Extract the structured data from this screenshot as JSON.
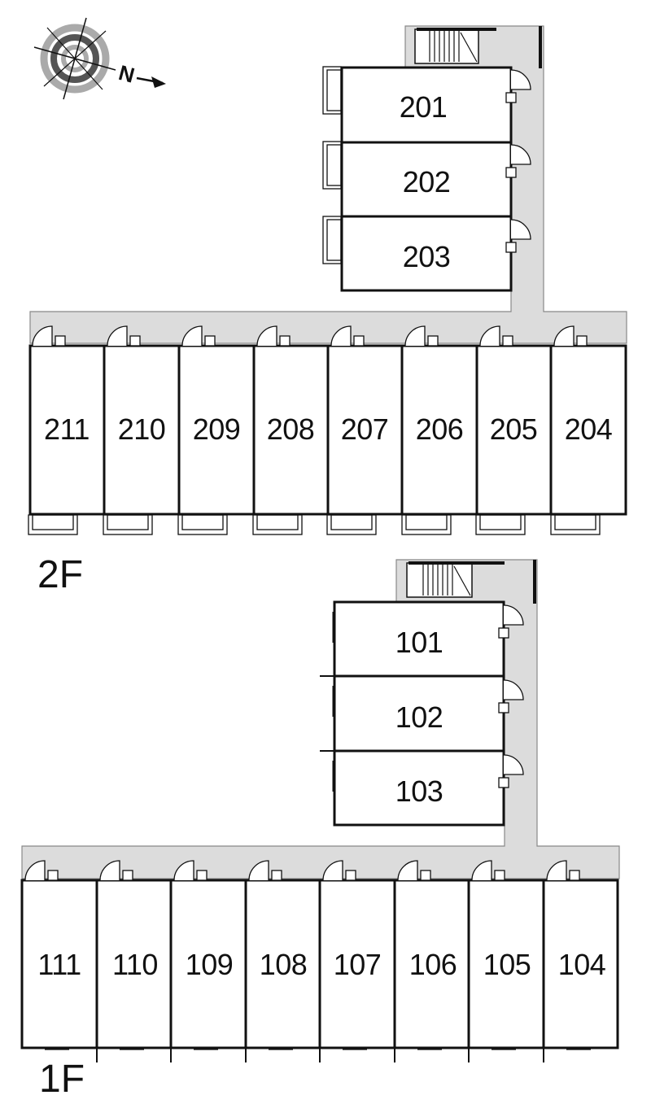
{
  "compass": {
    "north_label": "N",
    "icon": "compass-icon"
  },
  "floors": [
    {
      "label": "2F",
      "rooms_top": [
        "201",
        "202",
        "203"
      ],
      "rooms_row": [
        "211",
        "210",
        "209",
        "208",
        "207",
        "206",
        "205",
        "204"
      ]
    },
    {
      "label": "1F",
      "rooms_top": [
        "101",
        "102",
        "103"
      ],
      "rooms_row": [
        "111",
        "110",
        "109",
        "108",
        "107",
        "106",
        "105",
        "104"
      ]
    }
  ],
  "colors": {
    "corridor": "#dcdcdc",
    "wall": "#111111",
    "background": "#ffffff"
  }
}
